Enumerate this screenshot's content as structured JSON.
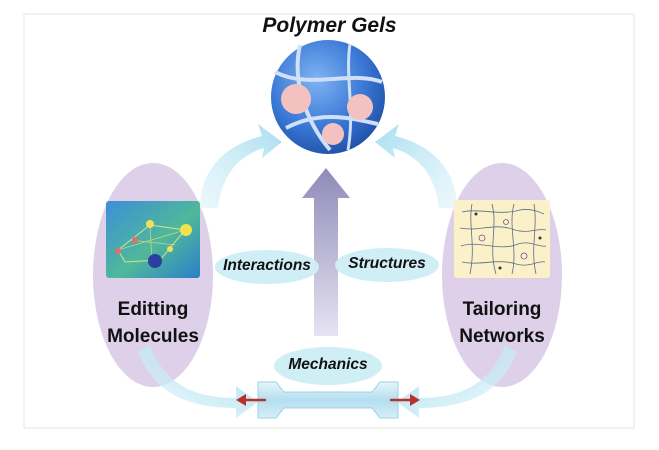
{
  "title": "Polymer Gels",
  "left_side": {
    "line1": "Editting",
    "line2": "Molecules"
  },
  "right_side": {
    "line1": "Tailoring",
    "line2": "Networks"
  },
  "pills": {
    "interactions": "Interactions",
    "structures": "Structures",
    "mechanics": "Mechanics"
  },
  "colors": {
    "ellipse": "#ddd0e8",
    "pill": "#cfeef6",
    "sphere": "#3a78d6",
    "node": "#f3c2c0",
    "arrow": "#bfe8f5",
    "center_arrow": "#a9a6c8",
    "red_arrow": "#b8322c"
  },
  "icons": {
    "top": "polymer-gel-sphere-icon",
    "left": "molecule-network-image",
    "right": "tailored-network-image",
    "bottom": "tensile-specimen-icon"
  }
}
